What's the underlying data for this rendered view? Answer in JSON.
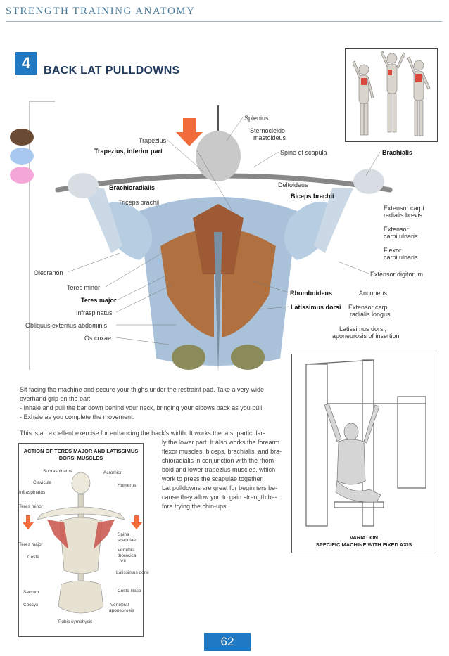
{
  "header": {
    "book_title": "STRENGTH TRAINING ANATOMY"
  },
  "exercise": {
    "number": "4",
    "title": "BACK LAT PULLDOWNS"
  },
  "legend_colors": [
    "#6b4a33",
    "#a8c8f0",
    "#f4a6d8"
  ],
  "anatomy_labels": {
    "splenius": "Splenius",
    "sternocleido": "Sternocleido-",
    "mastoideus": "mastoideus",
    "trapezius": "Trapezius",
    "trapezius_inferior": "Trapezius, inferior part",
    "spine_scapula": "Spine of scapula",
    "brachialis": "Brachialis",
    "brachioradialis": "Brachioradialis",
    "triceps": "Triceps brachii",
    "deltoideus": "Deltoideus",
    "biceps": "Biceps brachii",
    "ecrb1": "Extensor carpi",
    "ecrb2": "radialis brevis",
    "ecu1": "Extensor",
    "ecu2": "carpi ulnaris",
    "fcu1": "Flexor",
    "fcu2": "carpi ulnaris",
    "edm": "Extensor digitorum",
    "olecranon": "Olecranon",
    "teres_minor": "Teres minor",
    "teres_major": "Teres major",
    "infraspinatus": "Infraspinatus",
    "obliquus": "Obliquus externus abdominis",
    "os_coxae": "Os coxae",
    "rhomboideus": "Rhomboideus",
    "anconeus": "Anconeus",
    "latissimus": "Latissimus dorsi",
    "ecrl1": "Extensor carpi",
    "ecrl2": "radialis longus",
    "lat_apo1": "Latissimus dorsi,",
    "lat_apo2": "aponeurosis of insertion"
  },
  "instructions": {
    "line1": "Sit facing the machine and secure your thighs under the restraint pad. Take a very wide",
    "line2": "overhand grip on the bar:",
    "line3": "- Inhale and pull the bar down behind your neck, bringing your elbows back as you pull.",
    "line4": "- Exhale as you complete the movement."
  },
  "description": {
    "lead": "This is an excellent exercise for enhancing the back's width. It works the lats, particular-",
    "lines": [
      "ly the lower part. It also works the forearm",
      "flexor muscles, biceps, brachialis, and bra-",
      "chioradialis in conjunction with the rhom-",
      "boid and lower trapezius muscles, which",
      "work to press the scapulae together.",
      "Lat pulldowns are great for beginners be-",
      "cause they allow you to gain strength be-",
      "fore trying the chin-ups."
    ]
  },
  "action_box": {
    "title1": "ACTION OF TERES MAJOR AND LATISSIMUS",
    "title2": "DORSI MUSCLES",
    "labels": {
      "supraspinatus": "Supraspinatus",
      "acromion": "Acromion",
      "clavicula": "Clavicula",
      "humerus": "Humerus",
      "infraspinatus": "Infraspinatus",
      "teres_minor": "Teres minor",
      "teres_major": "Teres major",
      "costa": "Costa",
      "spina1": "Spina",
      "spina2": "scapulae",
      "vert1": "Vertebra",
      "vert2": "thoracica",
      "vert3": "VII",
      "latissimus": "Latissimus dorsi",
      "costa_iliaca": "Crista iliaca",
      "sacrum": "Sacrum",
      "coccyx": "Coccyx",
      "vap1": "Vertebral",
      "vap2": "aponeurosis",
      "pubic": "Pubic symphysis"
    }
  },
  "variation": {
    "title": "VARIATION",
    "subtitle": "SPECIFIC MACHINE WITH FIXED AXIS"
  },
  "page_number": "62"
}
